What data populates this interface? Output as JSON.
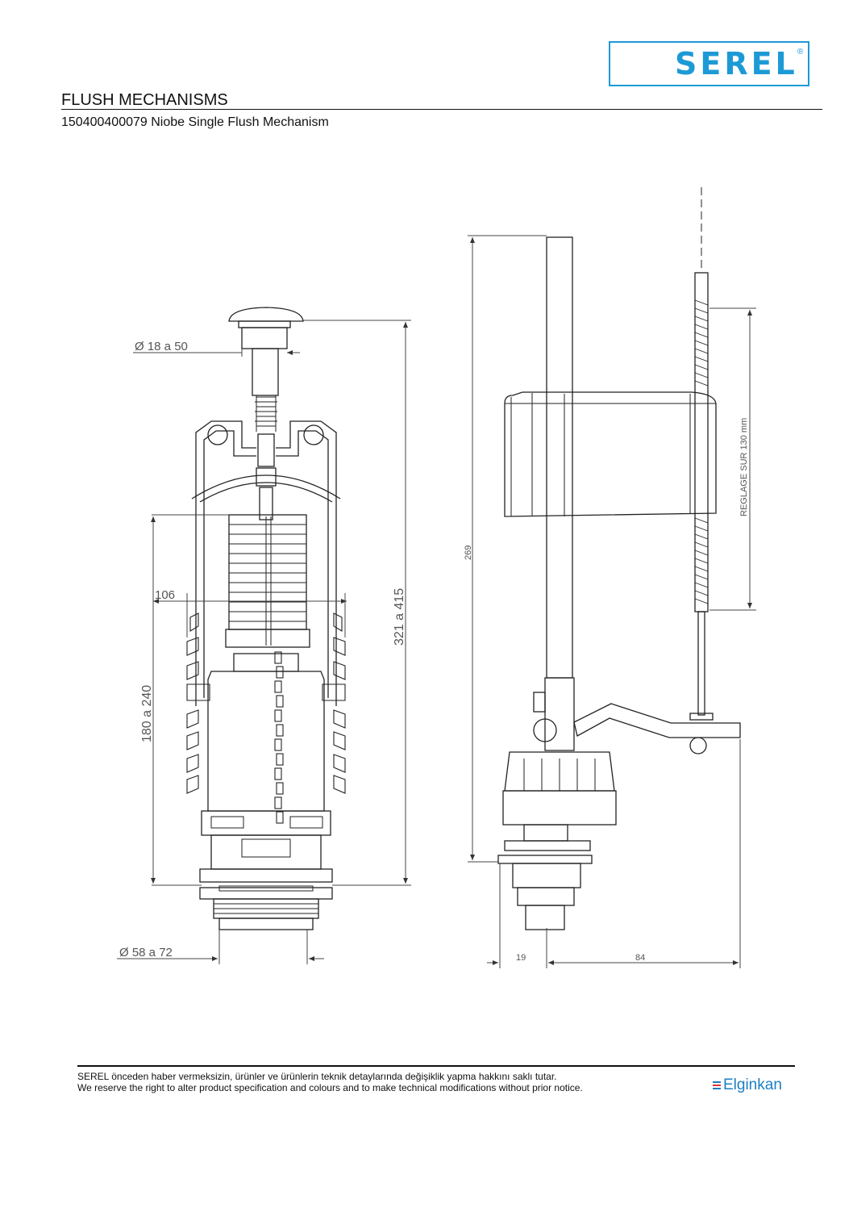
{
  "header": {
    "logo": "SEREL",
    "logo_mark": "®",
    "title": "FLUSH MECHANISMS",
    "subtitle": "150400400079  Niobe Single Flush Mechanism"
  },
  "drawing": {
    "left_view": {
      "dimensions": [
        "Ø 18 a 50",
        "106",
        "321 a 415",
        "180 a 240",
        "Ø 58 a 72"
      ]
    },
    "right_view": {
      "dimensions": [
        "269",
        "REGLAGE SUR 130 mm",
        "19",
        "84"
      ]
    }
  },
  "footer": {
    "notice_tr": "SEREL önceden haber vermeksizin, ürünler ve ürünlerin teknik detaylarında değişiklik yapma hakkını saklı tutar.",
    "notice_en": "We reserve the right to alter product specification and colours and to make technical modifications without prior notice.",
    "brand": "Elginkan"
  }
}
